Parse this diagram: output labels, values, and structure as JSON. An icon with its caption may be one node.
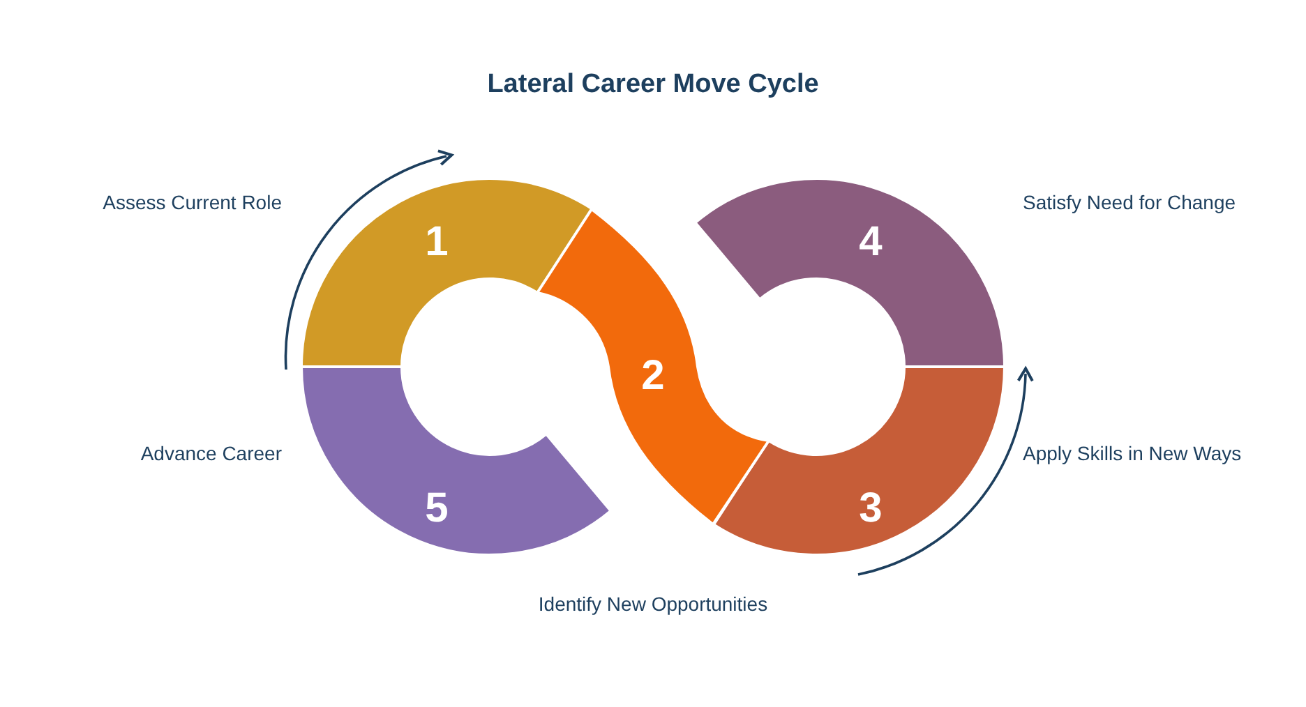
{
  "diagram": {
    "title": "Lateral Career Move Cycle",
    "nodes": [
      {
        "text": [
          "1"
        ],
        "beside": [
          "Assess Current Role"
        ]
      },
      {
        "text": [
          "2"
        ]
      },
      {
        "text": [
          "3"
        ],
        "beside": [
          "Apply Skills in New Ways"
        ]
      },
      {
        "text": [
          "4"
        ],
        "beside": [
          "Satisfy Need for Change"
        ]
      },
      {
        "text": [
          "5"
        ],
        "beside": [
          "Advance Career"
        ]
      }
    ],
    "labels": [
      "Identify New Opportunities"
    ]
  }
}
